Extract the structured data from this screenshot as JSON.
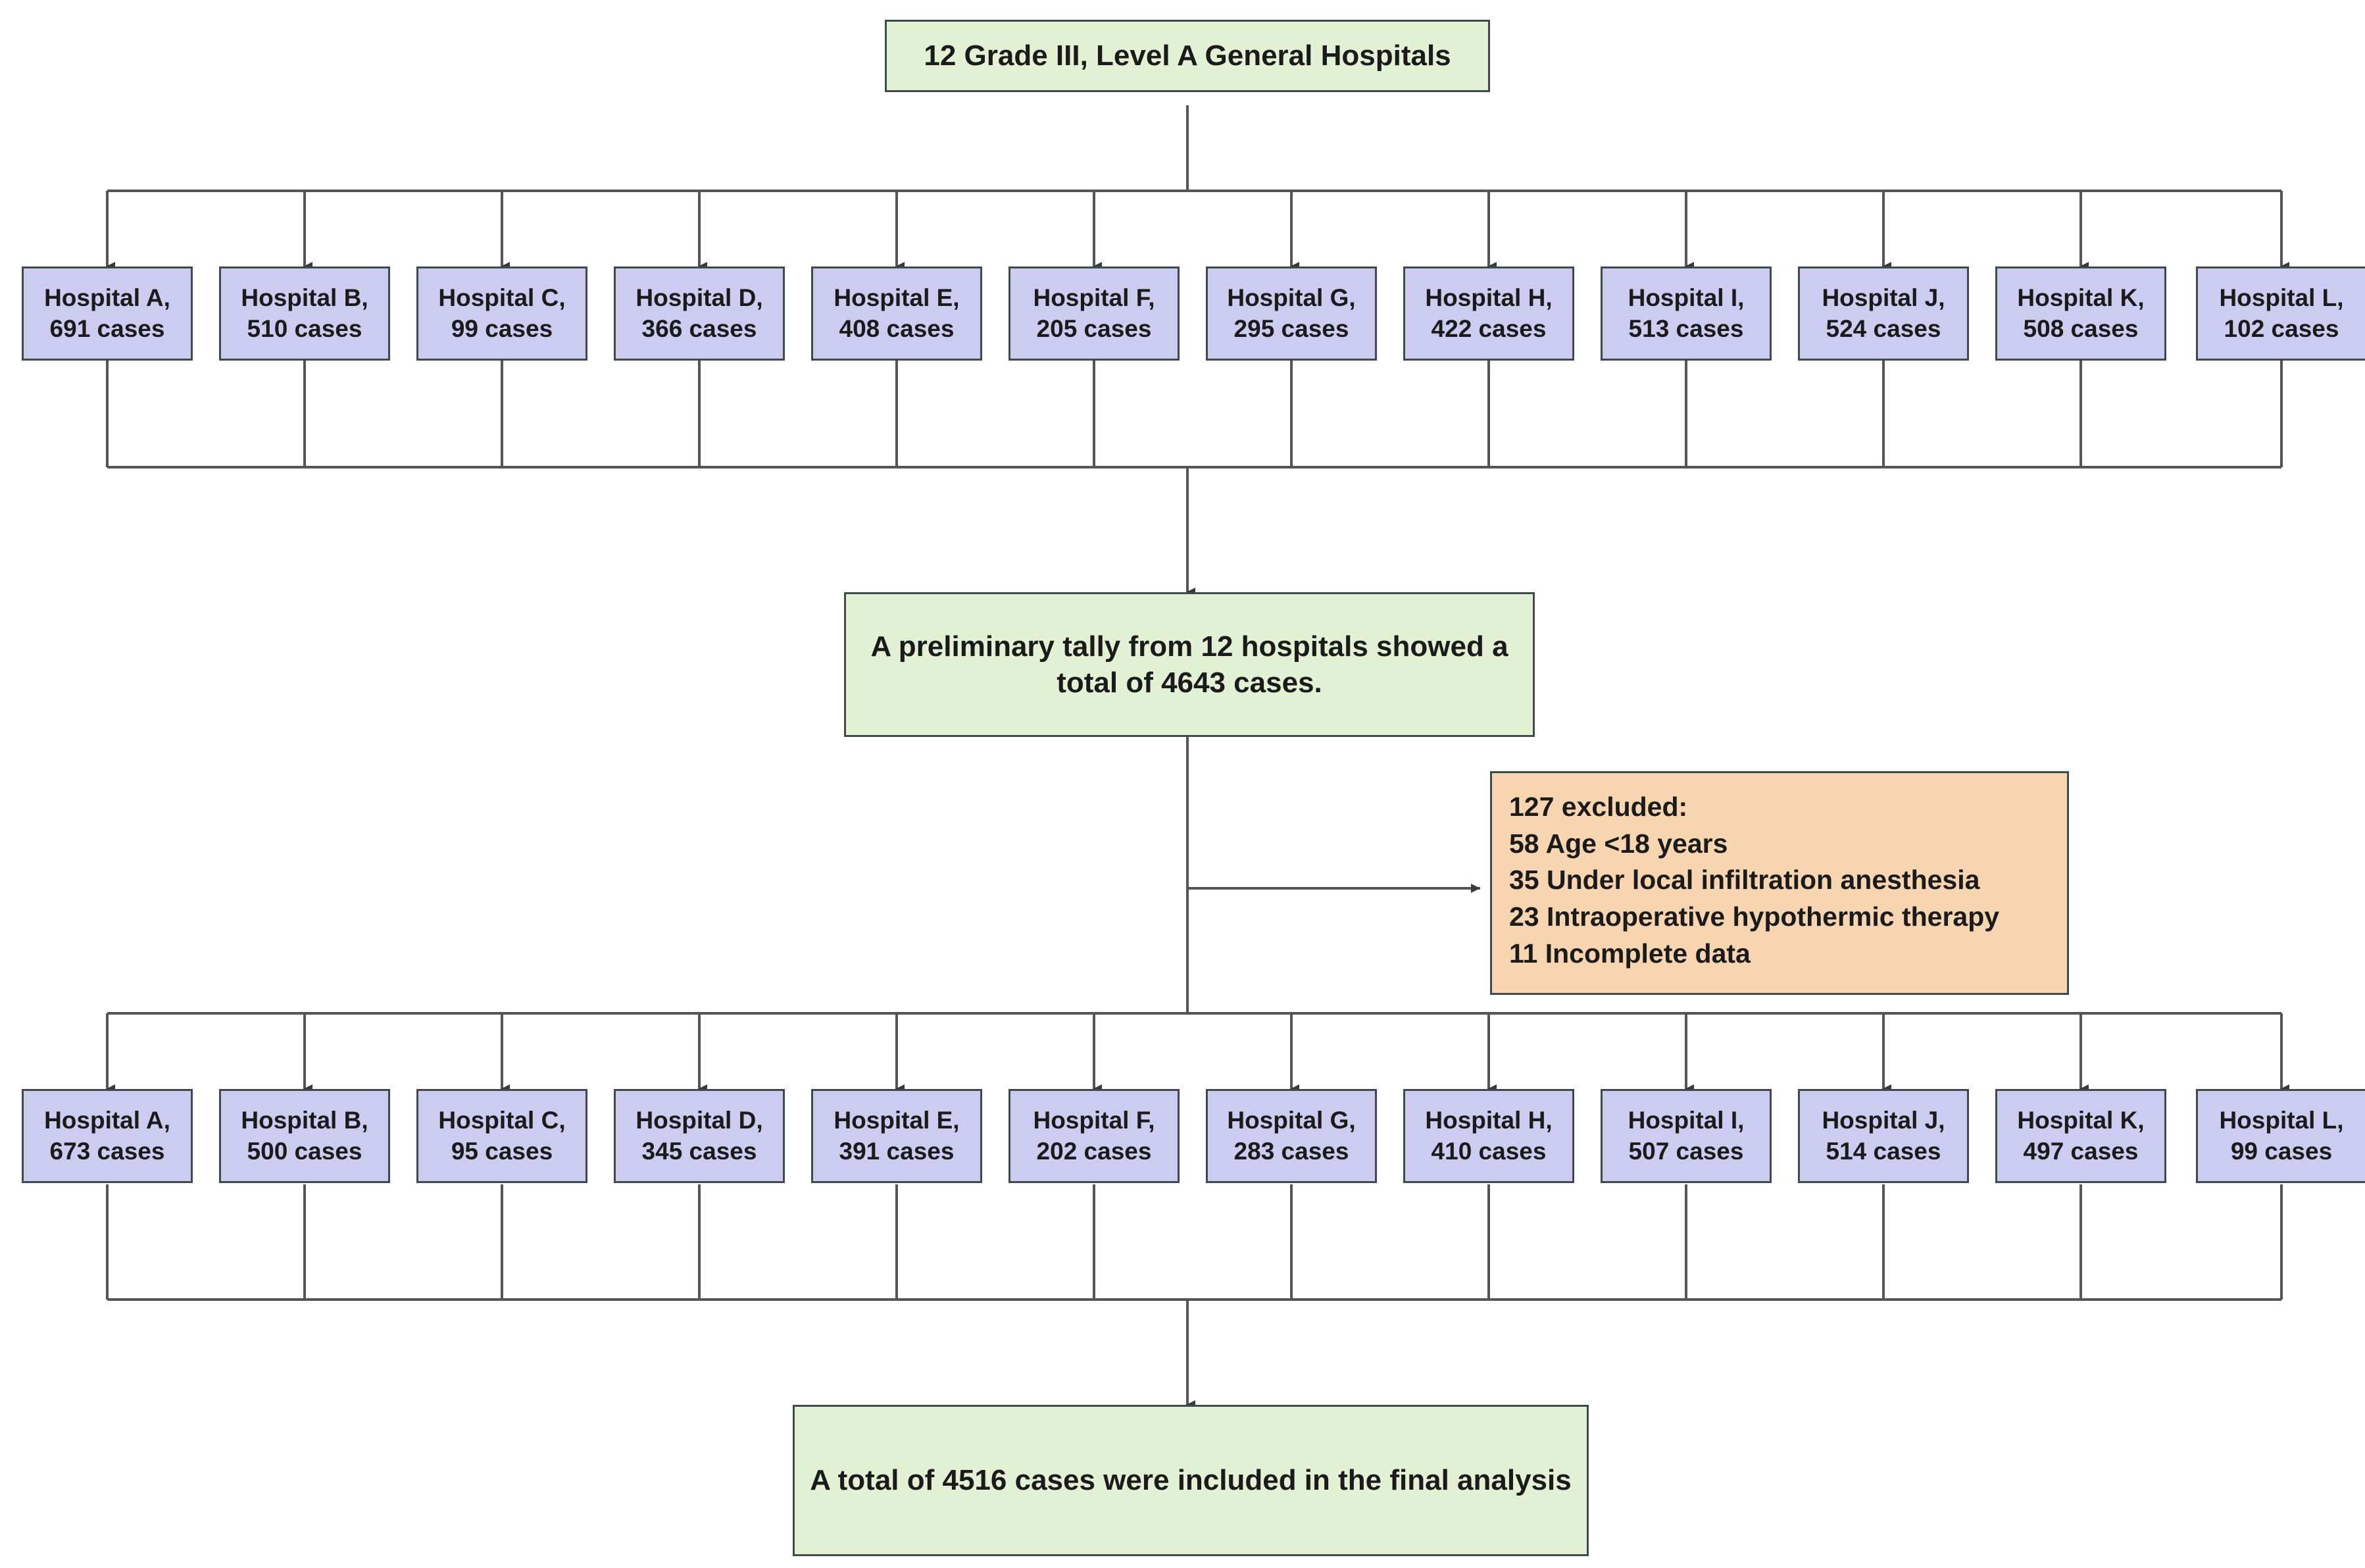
{
  "diagram": {
    "type": "flowchart",
    "title_box": {
      "label": "12 Grade III, Level A General Hospitals"
    },
    "tally_box": {
      "label": "A preliminary tally from 12 hospitals showed a\ntotal of 4643 cases."
    },
    "final_box": {
      "label": "A total of 4516 cases were included in the final analysis"
    },
    "exclusion_box": {
      "header": "127 excluded:",
      "lines": [
        "127 excluded:",
        "58 Age <18 years",
        "35 Under local infiltration anesthesia",
        "23 Intraoperative hypothermic therapy",
        "11 Incomplete data"
      ]
    },
    "row_top": {
      "nodes": [
        {
          "name": "Hospital A,",
          "cases": "691 cases",
          "label": "Hospital A,\n691 cases"
        },
        {
          "name": "Hospital B,",
          "cases": "510 cases",
          "label": "Hospital B,\n510 cases"
        },
        {
          "name": "Hospital C,",
          "cases": "99 cases",
          "label": "Hospital C,\n99 cases"
        },
        {
          "name": "Hospital D,",
          "cases": "366 cases",
          "label": "Hospital D,\n366 cases"
        },
        {
          "name": "Hospital E,",
          "cases": "408 cases",
          "label": "Hospital E,\n408 cases"
        },
        {
          "name": "Hospital F,",
          "cases": "205 cases",
          "label": "Hospital F,\n205 cases"
        },
        {
          "name": "Hospital G,",
          "cases": "295 cases",
          "label": "Hospital G,\n295 cases"
        },
        {
          "name": "Hospital H,",
          "cases": "422 cases",
          "label": "Hospital H,\n422 cases"
        },
        {
          "name": "Hospital I,",
          "cases": "513 cases",
          "label": "Hospital I,\n513 cases"
        },
        {
          "name": "Hospital J,",
          "cases": "524 cases",
          "label": "Hospital J,\n524 cases"
        },
        {
          "name": "Hospital K,",
          "cases": "508 cases",
          "label": "Hospital K,\n508 cases"
        },
        {
          "name": "Hospital L,",
          "cases": "102 cases",
          "label": "Hospital L,\n102 cases"
        }
      ]
    },
    "row_bottom": {
      "nodes": [
        {
          "name": "Hospital A,",
          "cases": "673 cases",
          "label": "Hospital A,\n673 cases"
        },
        {
          "name": "Hospital B,",
          "cases": "500 cases",
          "label": "Hospital B,\n500 cases"
        },
        {
          "name": "Hospital C,",
          "cases": "95 cases",
          "label": "Hospital C,\n95 cases"
        },
        {
          "name": "Hospital D,",
          "cases": "345 cases",
          "label": "Hospital D,\n345 cases"
        },
        {
          "name": "Hospital E,",
          "cases": "391 cases",
          "label": "Hospital E,\n391 cases"
        },
        {
          "name": "Hospital F,",
          "cases": "202 cases",
          "label": "Hospital F,\n202 cases"
        },
        {
          "name": "Hospital G,",
          "cases": "283 cases",
          "label": "Hospital G,\n283 cases"
        },
        {
          "name": "Hospital H,",
          "cases": "410 cases",
          "label": "Hospital H,\n410 cases"
        },
        {
          "name": "Hospital I,",
          "cases": "507 cases",
          "label": "Hospital I,\n507 cases"
        },
        {
          "name": "Hospital J,",
          "cases": "514 cases",
          "label": "Hospital J,\n514 cases"
        },
        {
          "name": "Hospital K,",
          "cases": "497 cases",
          "label": "Hospital K,\n497 cases"
        },
        {
          "name": "Hospital L,",
          "cases": "99 cases",
          "label": "Hospital L,\n99 cases"
        }
      ]
    },
    "colors": {
      "green_fill": "#e2f0d3",
      "purple_fill": "#ccccf0",
      "orange_fill": "#f7d5b0",
      "border": "#3f4a4f",
      "connector": "#555555",
      "text": "#1b1b1b",
      "background": "#ffffff"
    },
    "totals": {
      "hospital_count": "12",
      "preliminary_total": "4643",
      "excluded_total": "127",
      "final_total": "4516"
    }
  }
}
